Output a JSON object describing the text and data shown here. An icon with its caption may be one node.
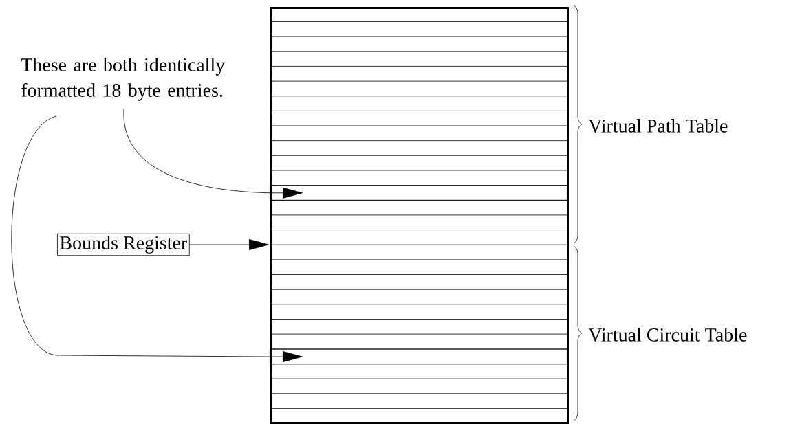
{
  "diagram": {
    "nodes": [
      {
        "text": [],
        "shape": "box"
      },
      {
        "text": [],
        "shape": "bar",
        "in": 0
      },
      {
        "text": [],
        "shape": "bar",
        "in": 0
      },
      {
        "text": [
          "These are both identically formatted 18 byte entries."
        ]
      },
      {
        "text": [
          "Bounds Register"
        ]
      }
    ],
    "edges": [
      {
        "from": 3,
        "to": 1,
        "arrow": "to"
      },
      {
        "from": 3,
        "to": 2,
        "arrow": "to"
      },
      {
        "from": 4,
        "to": 0,
        "arrow": "to"
      }
    ],
    "labels": [
      "Virtual Path Table",
      "Virtual Circuit Table"
    ]
  }
}
